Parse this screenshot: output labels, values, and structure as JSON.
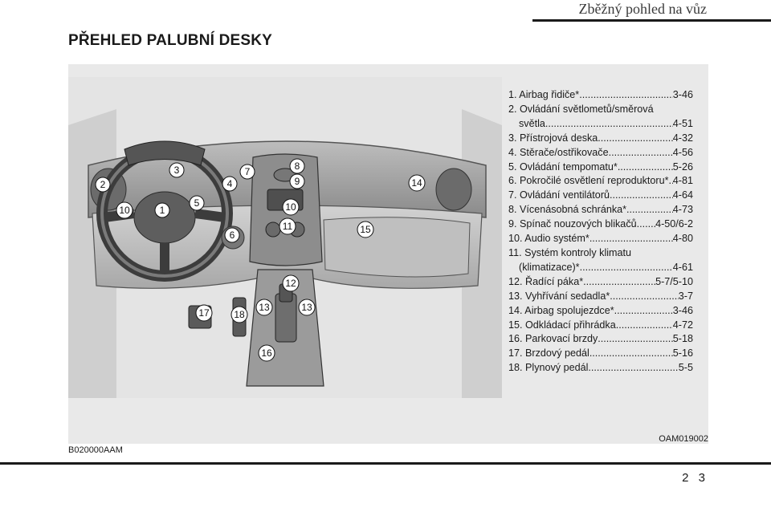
{
  "header": {
    "title": "Zběžný pohled na vůz"
  },
  "section": {
    "title": "PŘEHLED PALUBNÍ DESKY"
  },
  "figure": {
    "code_left": "B020000AAM",
    "code_right": "OAM019002",
    "callouts": [
      "1",
      "2",
      "3",
      "4",
      "5",
      "6",
      "7",
      "8",
      "9",
      "10",
      "10",
      "11",
      "12",
      "13",
      "13",
      "14",
      "15",
      "16",
      "17",
      "18"
    ]
  },
  "toc": [
    {
      "text": "1. Airbag řidiče*",
      "page": "3-46"
    },
    {
      "text": "2. Ovládání světlometů/směrová",
      "page": ""
    },
    {
      "text": "světla",
      "page": "4-51",
      "cont": true
    },
    {
      "text": "3. Přístrojová deska",
      "page": "4-32"
    },
    {
      "text": "4. Stěrače/ostřikovače",
      "page": "4-56"
    },
    {
      "text": "5. Ovládání tempomatu*",
      "page": "5-26"
    },
    {
      "text": "6. Pokročilé osvětlení reproduktoru*",
      "page": "4-81"
    },
    {
      "text": "7. Ovládání ventilátorů",
      "page": "4-64"
    },
    {
      "text": "8. Vícenásobná schránka*",
      "page": "4-73"
    },
    {
      "text": "9. Spínač nouzových blikačů",
      "page": "4-50/6-2"
    },
    {
      "text": "10. Audio systém*",
      "page": "4-80"
    },
    {
      "text": "11. Systém kontroly klimatu",
      "page": ""
    },
    {
      "text": "(klimatizace)*",
      "page": "4-61",
      "cont": true
    },
    {
      "text": "12. Řadící páka*",
      "page": "5-7/5-10"
    },
    {
      "text": "13. Vyhřívání sedadla*",
      "page": "3-7"
    },
    {
      "text": "14. Airbag spolujezdce*",
      "page": "3-46"
    },
    {
      "text": "15. Odkládací přihrádka",
      "page": "4-72"
    },
    {
      "text": "16. Parkovací brzdy",
      "page": "5-18"
    },
    {
      "text": "17. Brzdový pedál",
      "page": "5-16"
    },
    {
      "text": "18. Plynový pedál",
      "page": "5-5"
    }
  ],
  "footer": {
    "page_number": "2 3"
  }
}
